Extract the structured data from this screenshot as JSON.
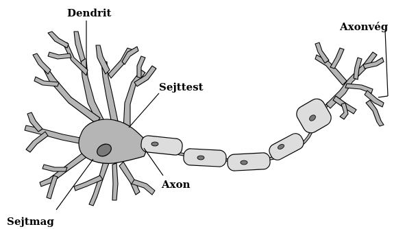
{
  "diagram": {
    "labels": {
      "dendrite": "Dendrit",
      "axon_terminal": "Axonvég",
      "cell_body": "Sejttest",
      "axon": "Axon",
      "nucleus": "Sejtmag"
    },
    "colors": {
      "cell_fill": "#b5b5b5",
      "myelin_fill": "#dddddd",
      "nucleus_fill": "#7a7a7a",
      "outline": "#000000"
    }
  }
}
